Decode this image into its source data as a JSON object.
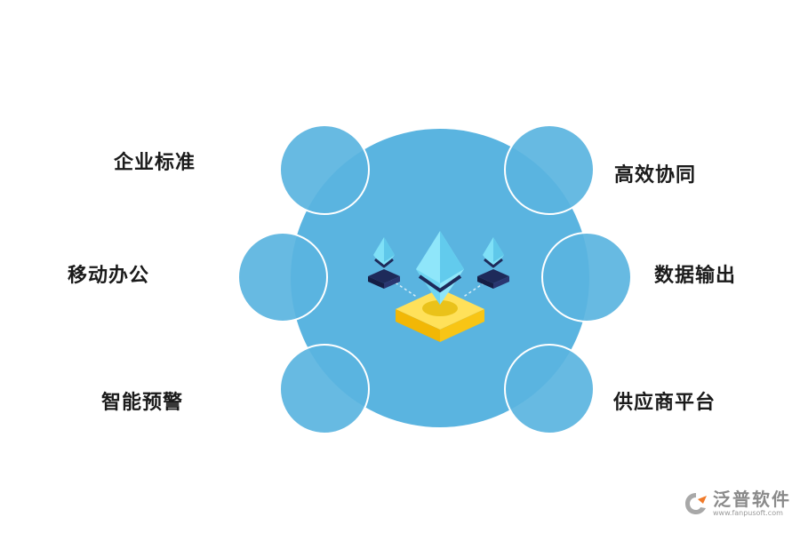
{
  "diagram": {
    "nodes": [
      {
        "label": "企业标准"
      },
      {
        "label": "高效协同"
      },
      {
        "label": "移动办公"
      },
      {
        "label": "数据输出"
      },
      {
        "label": "智能预警"
      },
      {
        "label": "供应商平台"
      }
    ]
  },
  "logo": {
    "name": "泛普软件",
    "url": "www.fanpusoft.com"
  },
  "colors": {
    "circle": "#5ab4e0",
    "node": "#5ab4e0",
    "base": "#ffd324",
    "gem": "#7fe0f7",
    "gem_dark": "#2a3a6e"
  }
}
